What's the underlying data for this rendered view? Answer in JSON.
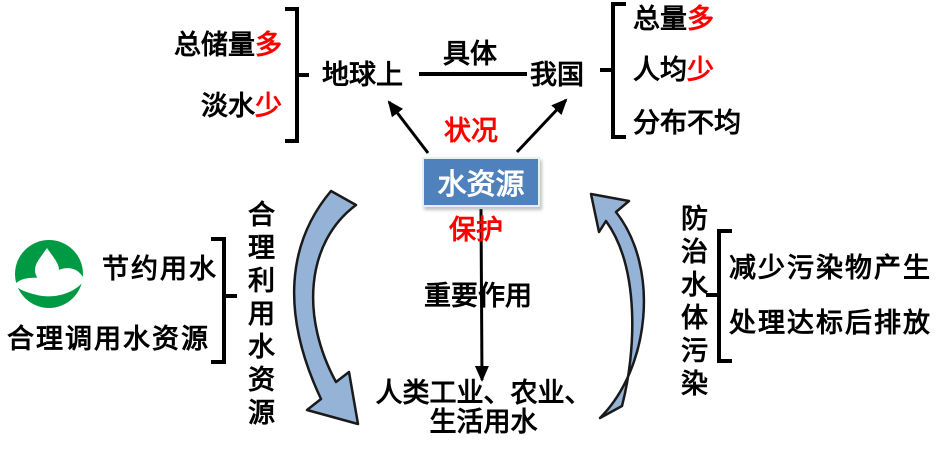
{
  "colors": {
    "box_fill": "#4F81BD",
    "curved_arrow_fill": "#95B3D7",
    "highlight_red": "#FF0000",
    "logo_green": "#009944",
    "line_black": "#000000"
  },
  "center": {
    "title": "水资源",
    "status_label": "状况",
    "protect_label": "保护"
  },
  "top": {
    "left_node": "地球上",
    "right_node": "我国",
    "link_label": "具体",
    "left_items": [
      {
        "text": "总储量",
        "highlight": "多"
      },
      {
        "text": "淡水",
        "highlight": "少"
      }
    ],
    "right_items": [
      {
        "text": "总量",
        "highlight": "多"
      },
      {
        "text": "人均",
        "highlight": "少"
      },
      {
        "text": "分布不均",
        "highlight": ""
      }
    ]
  },
  "bottom": {
    "mid_label": "重要作用",
    "usage_line1": "人类工业、农业、",
    "usage_line2": "生活用水"
  },
  "left_branch": {
    "vertical_label": "合理利用水资源",
    "items": [
      "节约用水",
      "合理调用水资源"
    ],
    "icon": "water-saving-logo"
  },
  "right_branch": {
    "vertical_label": "防治水体污染",
    "items": [
      "减少污染物产生",
      "处理达标后排放"
    ]
  }
}
